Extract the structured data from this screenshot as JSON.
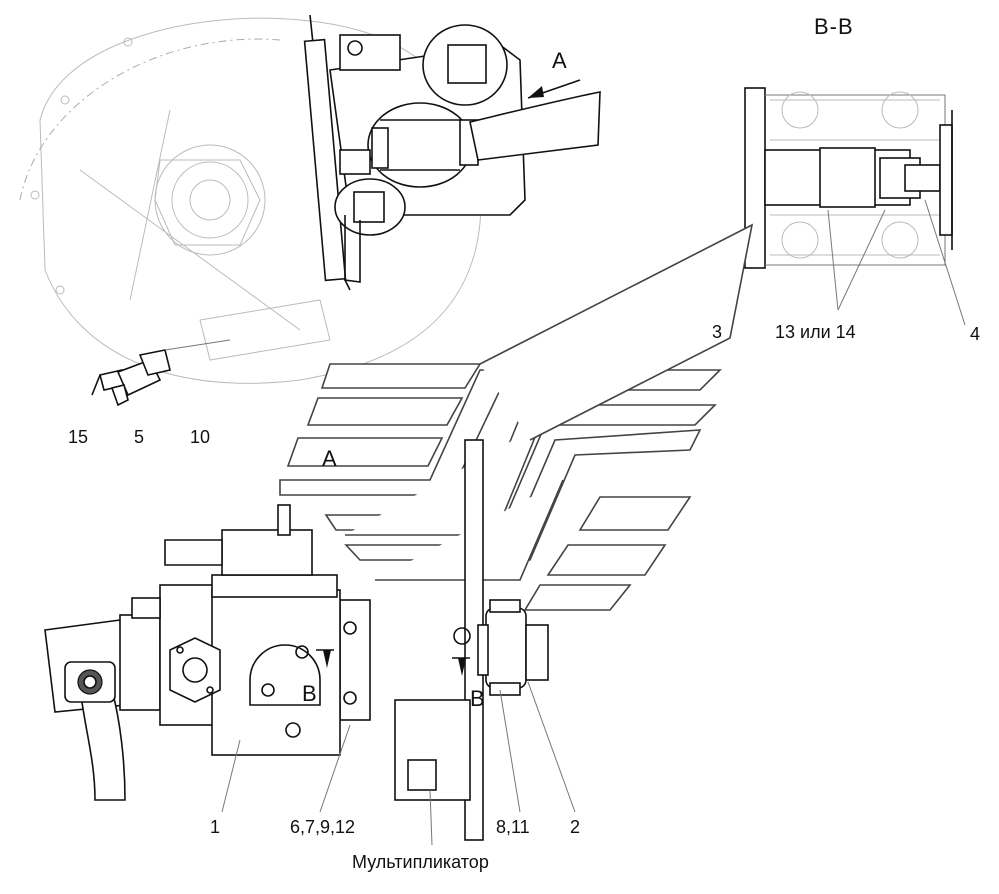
{
  "view_label": "B-B",
  "callouts": {
    "a_top": "A",
    "a_mid": "A",
    "b_left": "B",
    "b_right": "B",
    "n1": "1",
    "n2": "2",
    "n3": "3",
    "n4": "4",
    "n5": "5",
    "n10": "10",
    "n15": "15",
    "n_6_7_9_12": "6,7,9,12",
    "n_8_11": "8,11",
    "n_13_14": "13 или 14"
  },
  "caption": "Мультипликатор"
}
